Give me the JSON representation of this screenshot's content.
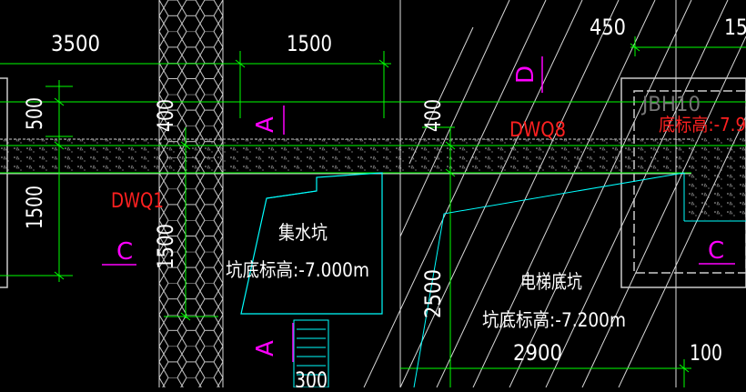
{
  "dimensions": {
    "d3500": "3500",
    "d1500_top": "1500",
    "d450": "450",
    "d15": "15",
    "d500": "500",
    "d400_left": "400",
    "d400_mid": "400",
    "d1500_left": "1500",
    "d1500_col": "1500",
    "d2500": "2500",
    "d2900": "2900",
    "d100": "100",
    "d300": "300"
  },
  "labels": {
    "dwq1": "DWQ1",
    "dwq8": "DWQ8",
    "jbh10": "JBH10",
    "elev_right": "底标高:-7.9",
    "pit_name": "集水坑",
    "pit_elev": "坑底标高:-7.000m",
    "elevator_name": "电梯底坑",
    "elevator_elev": "坑底标高:-7.200m"
  },
  "section_marks": {
    "a_top": "A",
    "a_bottom": "A",
    "d_mark": "D",
    "c_left": "C",
    "c_right": "C"
  },
  "colors": {
    "background": "#000000",
    "dimension_line": "#00ff00",
    "text_white": "#ffffff",
    "text_red": "#ff2020",
    "section_magenta": "#ff00ff",
    "outline_cyan": "#00ffff",
    "hatch_gray": "#b0b0b0"
  }
}
